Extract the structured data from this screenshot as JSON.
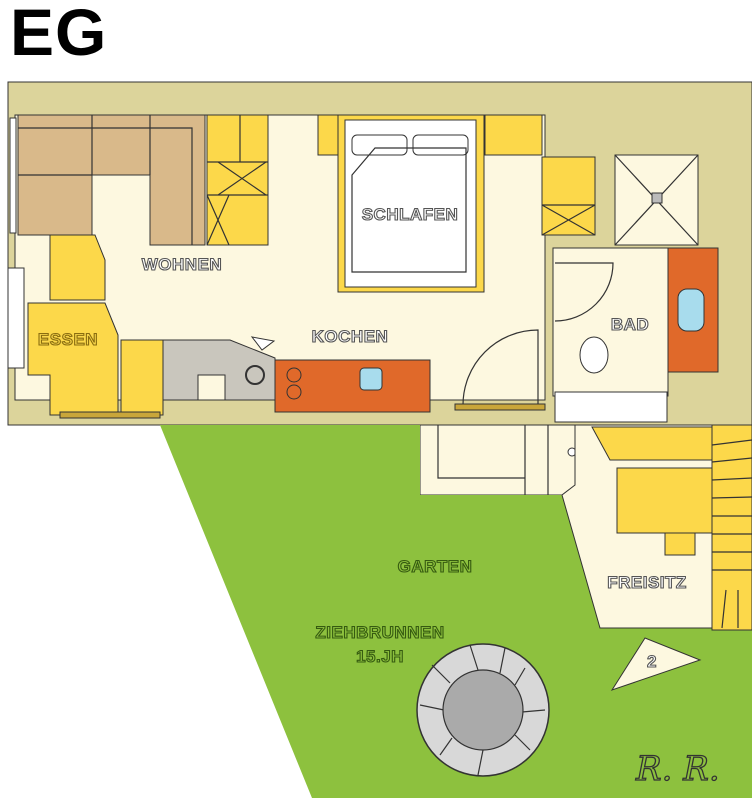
{
  "plan": {
    "title": "EG",
    "rooms": {
      "wohnen": "WOHNEN",
      "schlafen": "SCHLAFEN",
      "essen": "ESSEN",
      "kochen": "KOCHEN",
      "bad": "BAD",
      "garten": "GARTEN",
      "freisitz": "FREISITZ"
    },
    "well": {
      "line1": "ZIEHBRUNNEN",
      "line2": "15.JH"
    },
    "view_marker": "2",
    "signature": "R. R.",
    "colors": {
      "wall": "#dcd49b",
      "floor": "#fdf8e0",
      "sofa": "#d9b98a",
      "furniture": "#fcd84a",
      "counter": "#e0692a",
      "garden": "#8dc13e",
      "stone": "#c9c6bd"
    }
  }
}
